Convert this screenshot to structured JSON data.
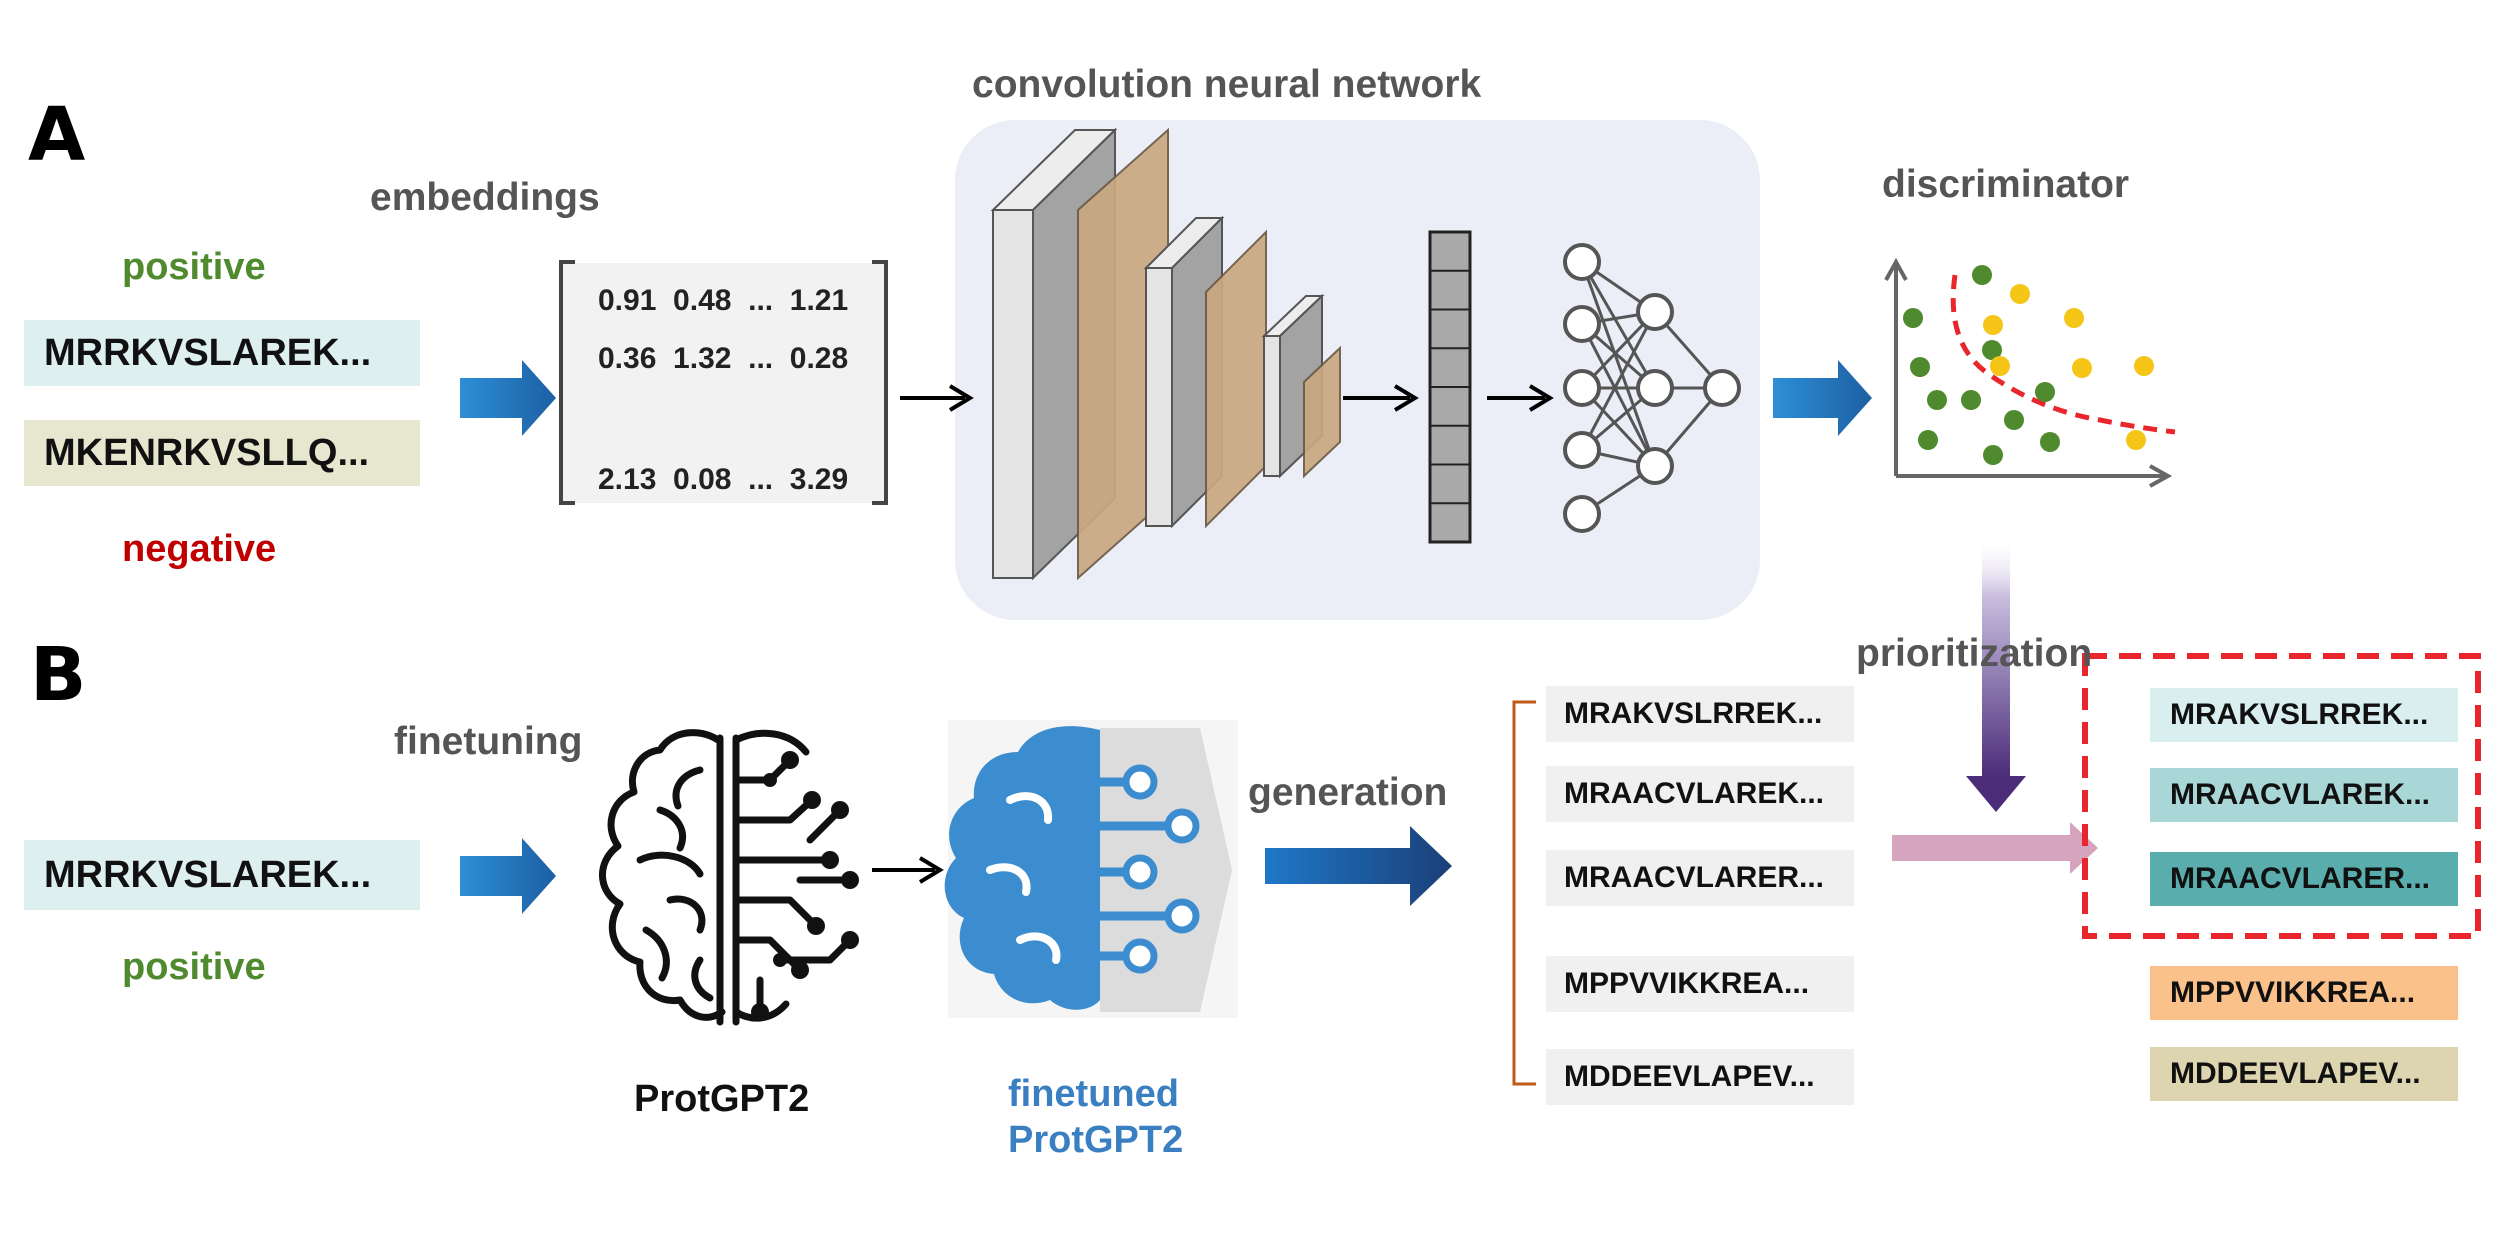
{
  "panels": {
    "a": "A",
    "b": "B"
  },
  "labels": {
    "embeddings": "embeddings",
    "cnn": "convolution neural network",
    "discriminator": "discriminator",
    "prioritization": "prioritization",
    "finetuning": "finetuning",
    "generation": "generation",
    "protgpt2": "ProtGPT2",
    "finetuned_line1": "finetuned",
    "finetuned_line2": "ProtGPT2"
  },
  "panel_a": {
    "positive_label": "positive",
    "negative_label": "negative",
    "positive_seq": "MRRKVSLAREK...",
    "negative_seq": "MKENRKVSLLQ...",
    "matrix": {
      "row1": "0.91  0.48  ...  1.21",
      "row2": "0.36  1.32  ...  0.28",
      "row3": "2.13  0.08  ...  3.29"
    }
  },
  "panel_b": {
    "input_seq": "MRRKVSLAREK...",
    "positive_label": "positive",
    "generated": [
      "MRAKVSLRREK...",
      "MRAACVLAREK...",
      "MRAACVLARER...",
      "MPPVVIKKREA...",
      "MDDEEVLAPEV..."
    ],
    "prioritized": [
      "MRAKVSLRREK...",
      "MRAACVLAREK...",
      "MRAACVLARER...",
      "MPPVVIKKREA...",
      "MDDEEVLAPEV..."
    ]
  },
  "colors": {
    "positive": "#4f8a2e",
    "negative": "#c00000",
    "blue_arrow": "#1f6fb8",
    "cnn_background": "#eceef7",
    "finetuned_text": "#3a7fc1",
    "selection_box": "#e8262b"
  }
}
